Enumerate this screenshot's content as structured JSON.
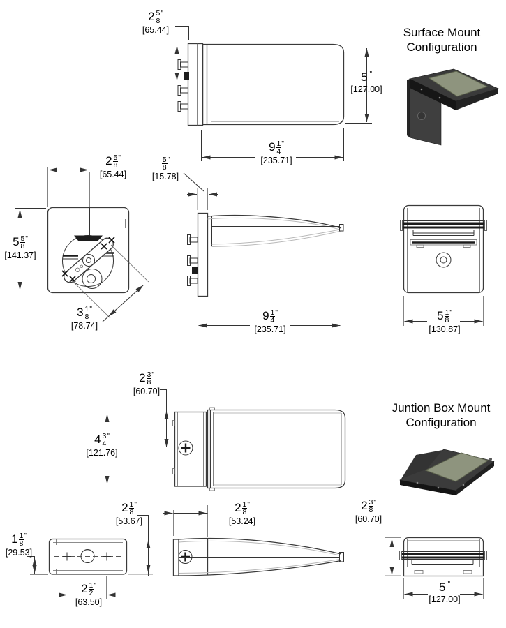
{
  "titles": {
    "surface": {
      "line1": "Surface Mount",
      "line2": "Configuration"
    },
    "junction": {
      "line1": "Juntion Box Mount",
      "line2": "Configuration"
    }
  },
  "dims": {
    "sm_top_offset": {
      "whole": "2",
      "num": "5",
      "den": "8",
      "unit": "\"",
      "mm": "[65.44]"
    },
    "sm_top_height": {
      "whole": "5",
      "num": "",
      "den": "",
      "unit": "\"",
      "mm": "[127.00]"
    },
    "sm_top_length": {
      "whole": "9",
      "num": "1",
      "den": "4",
      "unit": "\"",
      "mm": "[235.71]"
    },
    "plate_width": {
      "whole": "2",
      "num": "5",
      "den": "8",
      "unit": "\"",
      "mm": "[65.44]"
    },
    "plate_height": {
      "whole": "5",
      "num": "5",
      "den": "8",
      "unit": "\"",
      "mm": "[141.37]"
    },
    "plate_diag": {
      "whole": "3",
      "num": "1",
      "den": "8",
      "unit": "\"",
      "mm": "[78.74]"
    },
    "plate_thickness": {
      "whole": "",
      "num": "5",
      "den": "8",
      "unit": "\"",
      "mm": "[15.78]"
    },
    "side_length": {
      "whole": "9",
      "num": "1",
      "den": "4",
      "unit": "\"",
      "mm": "[235.71]"
    },
    "front_width": {
      "whole": "5",
      "num": "1",
      "den": "8",
      "unit": "\"",
      "mm": "[130.87]"
    },
    "jb_top_offset": {
      "whole": "2",
      "num": "3",
      "den": "8",
      "unit": "\"",
      "mm": "[60.70]"
    },
    "jb_top_height": {
      "whole": "4",
      "num": "3",
      "den": "4",
      "unit": "\"",
      "mm": "[121.76]"
    },
    "jbox_height": {
      "whole": "2",
      "num": "1",
      "den": "8",
      "unit": "\"",
      "mm": "[53.67]"
    },
    "jbox_half": {
      "whole": "1",
      "num": "1",
      "den": "8",
      "unit": "\"",
      "mm": "[29.53]"
    },
    "jbox_holes": {
      "whole": "2",
      "num": "1",
      "den": "2",
      "unit": "\"",
      "mm": "[63.50]"
    },
    "jb_side_plate": {
      "whole": "2",
      "num": "1",
      "den": "8",
      "unit": "\"",
      "mm": "[53.24]"
    },
    "jb_front_height": {
      "whole": "2",
      "num": "3",
      "den": "8",
      "unit": "\"",
      "mm": "[60.70]"
    },
    "jb_front_width": {
      "whole": "5",
      "num": "",
      "den": "",
      "unit": "\"",
      "mm": "[127.00]"
    }
  },
  "colors": {
    "drawing_line": "#3a3a3a",
    "dimension_line": "#333333",
    "light_line": "#b9b9b9",
    "text": "#000000",
    "product_body": "#3a3a3a",
    "product_lens": "#8e947e"
  }
}
